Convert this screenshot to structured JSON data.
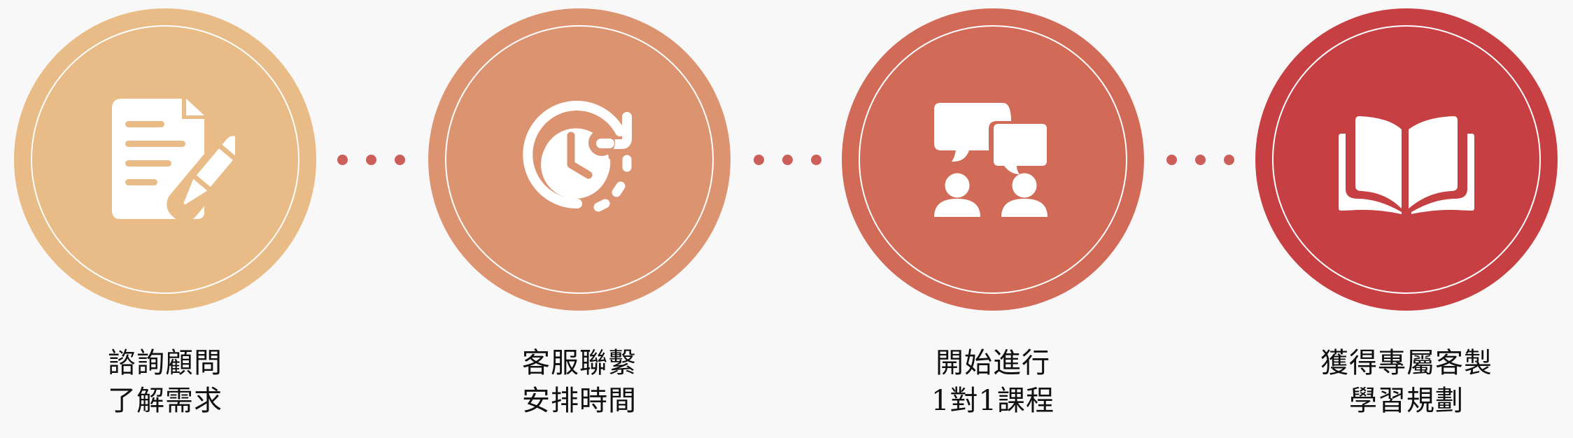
{
  "background": "#f8f8f8",
  "connector": {
    "color": "#cd5f5a",
    "dot_count": 3
  },
  "steps": [
    {
      "icon": "document-edit-icon",
      "color": "#e9bb87",
      "line1": "諮詢顧問",
      "line2": "了解需求"
    },
    {
      "icon": "clock-refresh-icon",
      "color": "#dc9370",
      "line1": "客服聯繫",
      "line2": "安排時間"
    },
    {
      "icon": "people-conversation-icon",
      "color": "#d16b58",
      "line1": "開始進行",
      "line2": "1對1課程"
    },
    {
      "icon": "open-book-icon",
      "color": "#c64043",
      "line1": "獲得專屬客製",
      "line2": "學習規劃"
    }
  ]
}
